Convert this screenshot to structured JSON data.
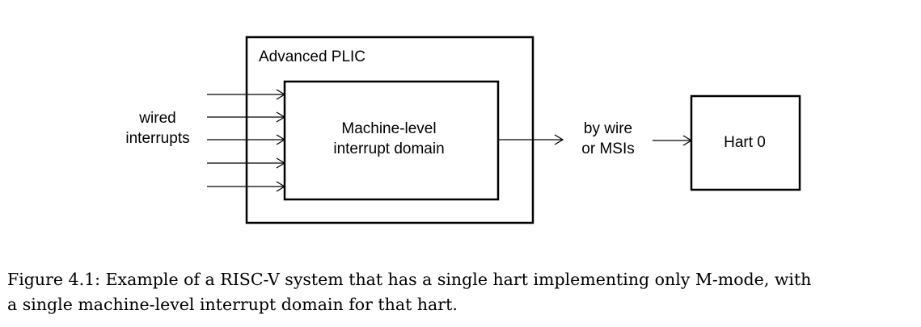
{
  "diagram": {
    "outer_box_label": "Advanced PLIC",
    "inner_box_label": [
      "Machine-level",
      "interrupt domain"
    ],
    "input_label": [
      "wired",
      "interrupts"
    ],
    "output_label": [
      "by wire",
      "or MSIs"
    ],
    "hart_label": "Hart 0"
  },
  "caption": {
    "line1": "Figure 4.1: Example of a RISC-V system that has a single hart implementing only M-mode, with",
    "line2": "a single machine-level interrupt domain for that hart."
  }
}
